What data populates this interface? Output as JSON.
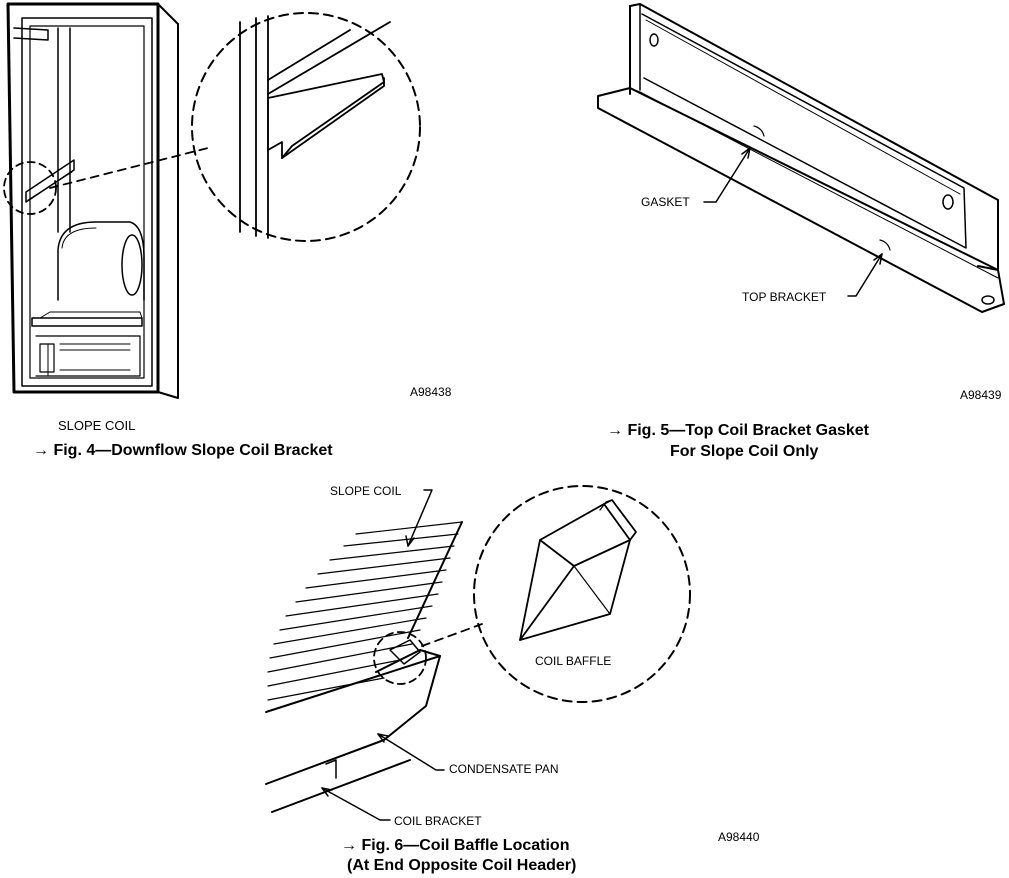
{
  "fig4": {
    "code": "A98438",
    "label_slope_coil": "SLOPE COIL",
    "arrow": "→",
    "caption": "Fig. 4—Downflow Slope Coil Bracket"
  },
  "fig5": {
    "code": "A98439",
    "label_gasket": "GASKET",
    "label_top_bracket": "TOP BRACKET",
    "arrow": "→",
    "caption_line1": "Fig. 5—Top Coil Bracket Gasket",
    "caption_line2": "For Slope Coil Only"
  },
  "fig6": {
    "code": "A98440",
    "label_slope_coil": "SLOPE COIL",
    "label_coil_baffle": "COIL BAFFLE",
    "label_condensate_pan": "CONDENSATE PAN",
    "label_coil_bracket": "COIL BRACKET",
    "arrow": "→",
    "caption_line1": "Fig. 6—Coil Baffle Location",
    "caption_line2": "(At End Opposite Coil Header)"
  }
}
